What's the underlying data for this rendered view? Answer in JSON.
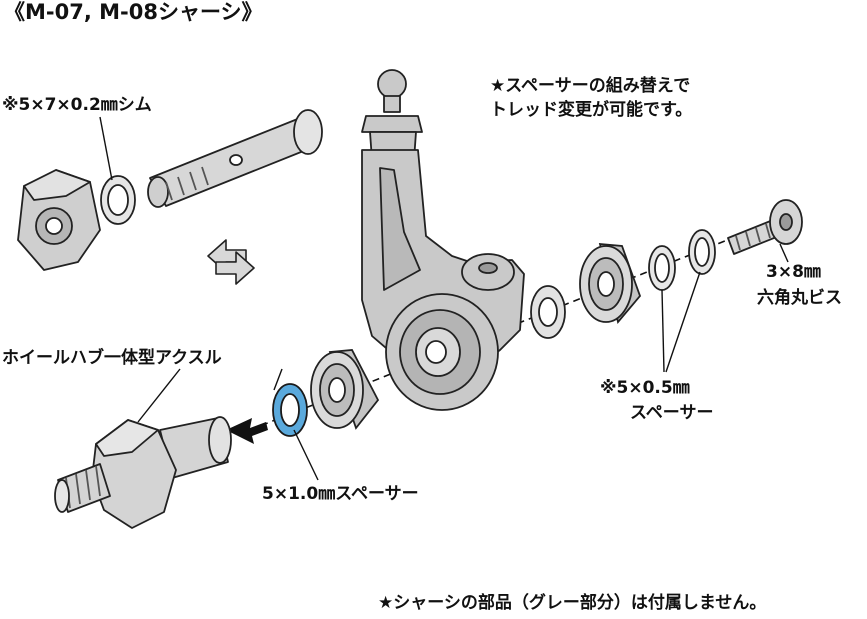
{
  "title": "《M-07, M-08シャーシ》",
  "labels": {
    "shim": "※5×7×0.2㎜シム",
    "note_line1": "★スペーサーの組み替えで",
    "note_line2": "トレッド変更が可能です。",
    "screw_line1": "3×8㎜",
    "screw_line2": "六角丸ビス",
    "axle": "ホイールハブ一体型アクスル",
    "spacer_05_line1": "※5×0.5㎜",
    "spacer_05_line2": "スペーサー",
    "spacer_10": "5×1.0㎜スペーサー",
    "footer": "★シャーシの部品（グレー部分）は付属しません。"
  },
  "colors": {
    "chassis_gray": "#c9c9c9",
    "part_outline": "#222222",
    "spacer_blue": "#5aa9dc",
    "arrow_gray": "#d8d8d8"
  }
}
